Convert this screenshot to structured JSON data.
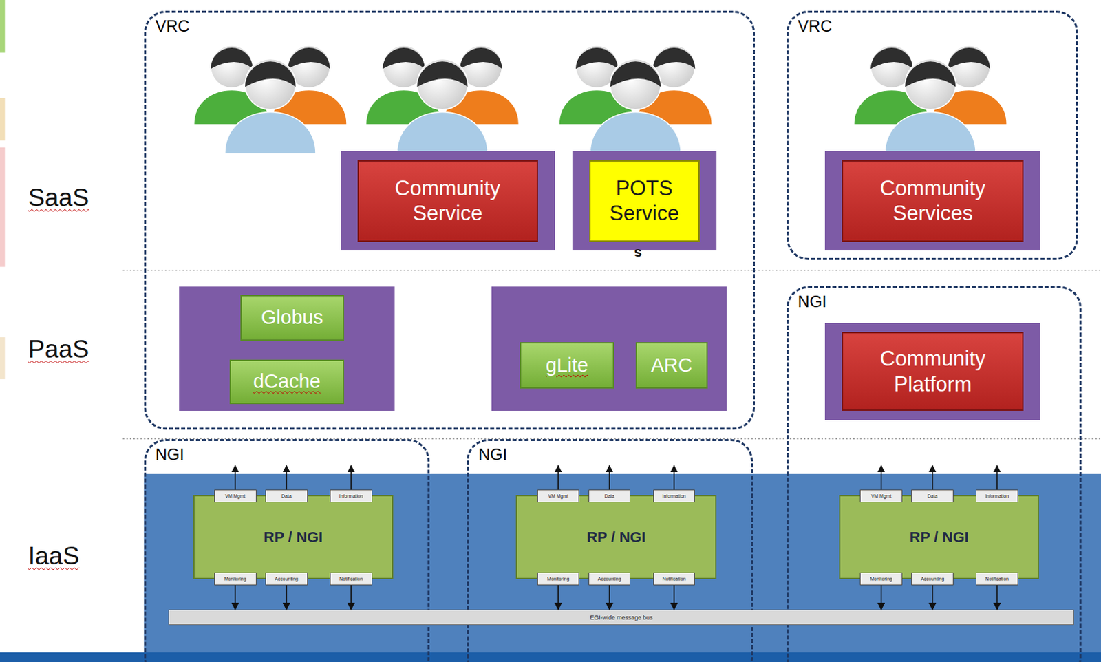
{
  "diagram": {
    "nodes": [
      {
        "text": [
          "VRC"
        ]
      },
      {
        "text": [
          "Community Service"
        ],
        "in": 0
      },
      {
        "text": [
          "POTS Service"
        ],
        "in": 0
      },
      {
        "text": [
          "VRC"
        ]
      },
      {
        "text": [
          "Community Services"
        ],
        "in": 3
      },
      {
        "text": [
          "Globus"
        ],
        "in": 0
      },
      {
        "text": [
          "dCache"
        ],
        "in": 0
      },
      {
        "text": [
          "gLite"
        ],
        "in": 0
      },
      {
        "text": [
          "ARC"
        ],
        "in": 0
      },
      {
        "text": [
          "NGI"
        ]
      },
      {
        "text": [
          "Community Platform"
        ],
        "in": 9
      },
      {
        "text": [
          "NGI"
        ]
      },
      {
        "text": [
          "RP / NGI"
        ],
        "in": 11
      },
      {
        "text": [
          "VM Mgmt"
        ],
        "in": 12
      },
      {
        "text": [
          "Data"
        ],
        "in": 12
      },
      {
        "text": [
          "Information"
        ],
        "in": 12
      },
      {
        "text": [
          "Monitoring"
        ],
        "in": 12
      },
      {
        "text": [
          "Accounting"
        ],
        "in": 12
      },
      {
        "text": [
          "Notification"
        ],
        "in": 12
      },
      {
        "text": [
          "NGI"
        ]
      },
      {
        "text": [
          "RP / NGI"
        ],
        "in": 19
      },
      {
        "text": [
          "VM Mgmt"
        ],
        "in": 20
      },
      {
        "text": [
          "Data"
        ],
        "in": 20
      },
      {
        "text": [
          "Information"
        ],
        "in": 20
      },
      {
        "text": [
          "Monitoring"
        ],
        "in": 20
      },
      {
        "text": [
          "Accounting"
        ],
        "in": 20
      },
      {
        "text": [
          "Notification"
        ],
        "in": 20
      },
      {
        "text": [
          "RP / NGI"
        ],
        "in": 9
      },
      {
        "text": [
          "VM Mgmt"
        ],
        "in": 27
      },
      {
        "text": [
          "Data"
        ],
        "in": 27
      },
      {
        "text": [
          "Information"
        ],
        "in": 27
      },
      {
        "text": [
          "Monitoring"
        ],
        "in": 27
      },
      {
        "text": [
          "Accounting"
        ],
        "in": 27
      },
      {
        "text": [
          "Notification"
        ],
        "in": 27
      },
      {
        "text": [
          "EGI-wide message bus"
        ]
      }
    ],
    "edges": [
      {
        "from": 16,
        "to": 34,
        "arrow": "to"
      },
      {
        "from": 17,
        "to": 34,
        "arrow": "to"
      },
      {
        "from": 18,
        "to": 34,
        "arrow": "to"
      },
      {
        "from": 24,
        "to": 34,
        "arrow": "to"
      },
      {
        "from": 25,
        "to": 34,
        "arrow": "to"
      },
      {
        "from": 26,
        "to": 34,
        "arrow": "to"
      },
      {
        "from": 31,
        "to": 34,
        "arrow": "to"
      },
      {
        "from": 32,
        "to": 34,
        "arrow": "to"
      },
      {
        "from": 33,
        "to": 34,
        "arrow": "to"
      }
    ],
    "labels": [
      "SaaS",
      "PaaS",
      "IaaS",
      "s"
    ]
  }
}
